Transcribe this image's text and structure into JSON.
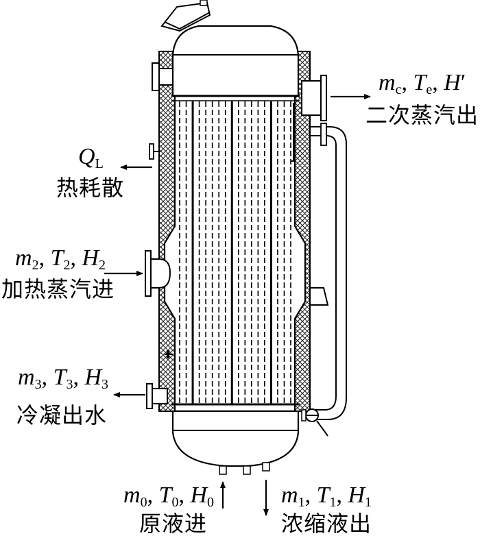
{
  "vapor_out": {
    "symbols": [
      {
        "sym": "m",
        "sub": "c"
      },
      {
        "sym": "T",
        "sub": "e"
      },
      {
        "sym": "H",
        "prime": "′"
      }
    ],
    "label": "二次蒸汽出"
  },
  "heat_loss": {
    "symbols": [
      {
        "sym": "Q",
        "sub": "L"
      }
    ],
    "label": "热耗散"
  },
  "steam_in": {
    "symbols": [
      {
        "sym": "m",
        "sub": "2"
      },
      {
        "sym": "T",
        "sub": "2"
      },
      {
        "sym": "H",
        "sub": "2"
      }
    ],
    "label": "加热蒸汽进"
  },
  "condensate_out": {
    "symbols": [
      {
        "sym": "m",
        "sub": "3"
      },
      {
        "sym": "T",
        "sub": "3"
      },
      {
        "sym": "H",
        "sub": "3"
      }
    ],
    "label": "冷凝出水"
  },
  "feed_in": {
    "symbols": [
      {
        "sym": "m",
        "sub": "0"
      },
      {
        "sym": "T",
        "sub": "0"
      },
      {
        "sym": "H",
        "sub": "0"
      }
    ],
    "label": "原液进"
  },
  "concentrate_out": {
    "symbols": [
      {
        "sym": "m",
        "sub": "1"
      },
      {
        "sym": "T",
        "sub": "1"
      },
      {
        "sym": "H",
        "sub": "1"
      }
    ],
    "label": "浓缩液出"
  }
}
